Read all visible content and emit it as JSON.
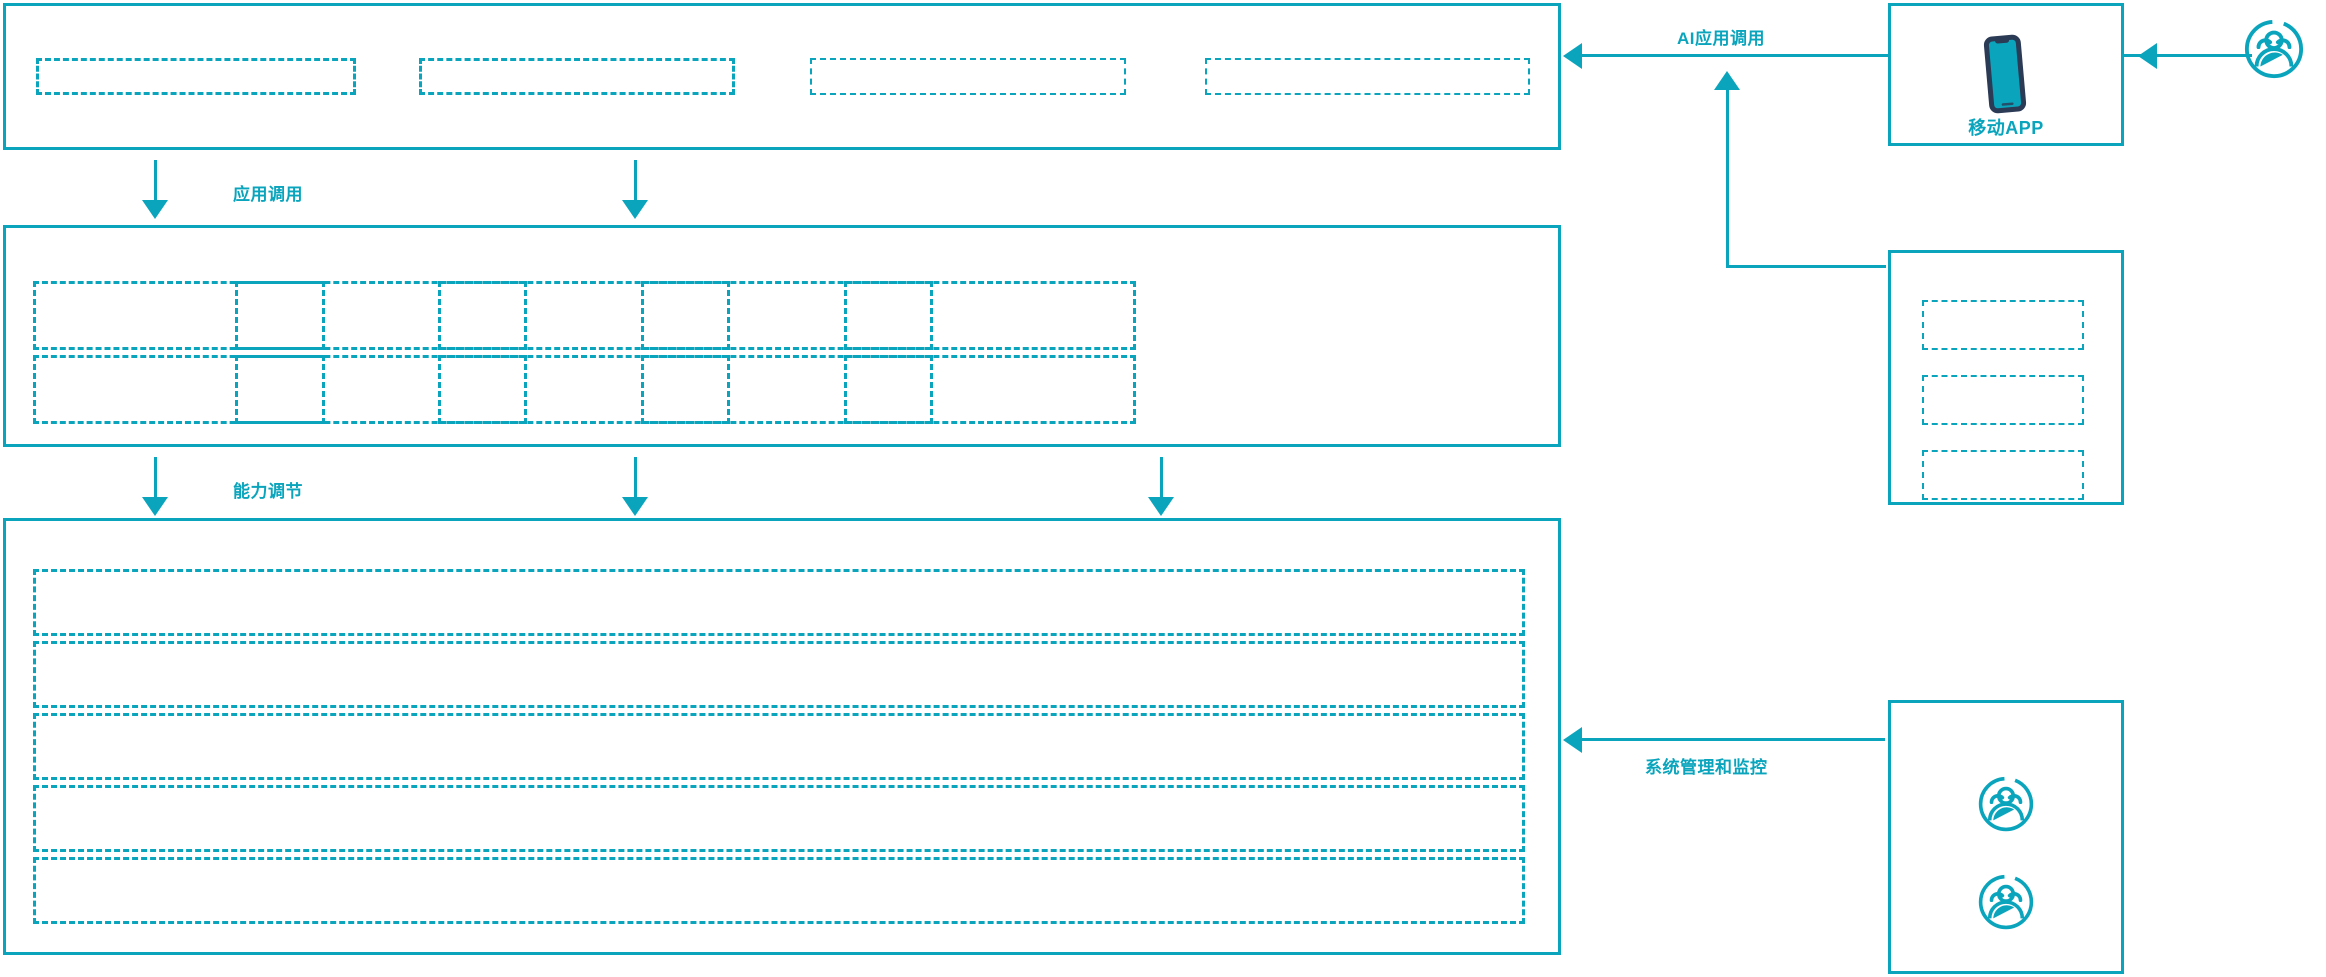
{
  "theme": {
    "accent": "#0aa5bd",
    "phone_body": "#2b3a55",
    "phone_screen": "#0aa5bd",
    "background": "#ffffff"
  },
  "layers": {
    "application_layer": {
      "name": "application-layer-panel",
      "slots": [
        "",
        "",
        "",
        ""
      ]
    },
    "capability_layer": {
      "name": "capability-layer-panel",
      "columns": 5,
      "rows": 2,
      "slots": [
        "",
        "",
        "",
        "",
        "",
        "",
        "",
        "",
        "",
        ""
      ]
    },
    "platform_layer": {
      "name": "platform-layer-panel",
      "rows": [
        "",
        "",
        "",
        "",
        ""
      ]
    }
  },
  "flows": {
    "app_invoke": "应用调用",
    "capability_adjust": "能力调节",
    "ai_app_invoke": "AI应用调用",
    "system_manage_monitor": "系统管理和监控"
  },
  "right_panels": {
    "mobile_app": {
      "caption": "移动APP",
      "icon": "smartphone-icon"
    },
    "module_stack": {
      "slots": [
        "",
        "",
        ""
      ]
    },
    "users_panel": {
      "icons": [
        "users-group-icon",
        "users-group-icon"
      ]
    },
    "external_user": {
      "icon": "users-group-icon"
    }
  }
}
